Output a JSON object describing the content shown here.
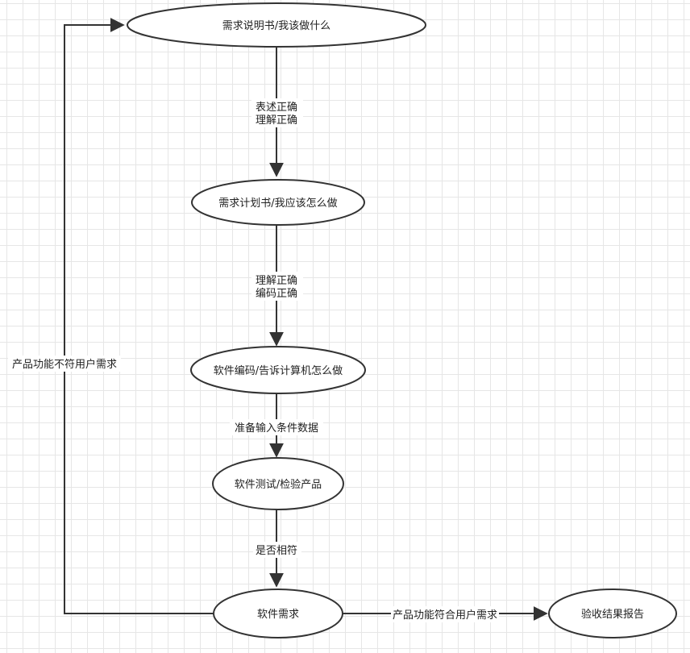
{
  "nodes": {
    "spec": "需求说明书/我该做什么",
    "plan": "需求计划书/我应该怎么做",
    "code": "软件编码/告诉计算机怎么做",
    "test": "软件测试/检验产品",
    "req": "软件需求",
    "report": "验收结果报告"
  },
  "edges": {
    "spec_plan": [
      "表述正确",
      "理解正确"
    ],
    "plan_code": [
      "理解正确",
      "编码正确"
    ],
    "code_test": "准备输入条件数据",
    "test_req": "是否相符",
    "req_report": "产品功能符合用户需求",
    "req_spec": "产品功能不符用户需求"
  }
}
